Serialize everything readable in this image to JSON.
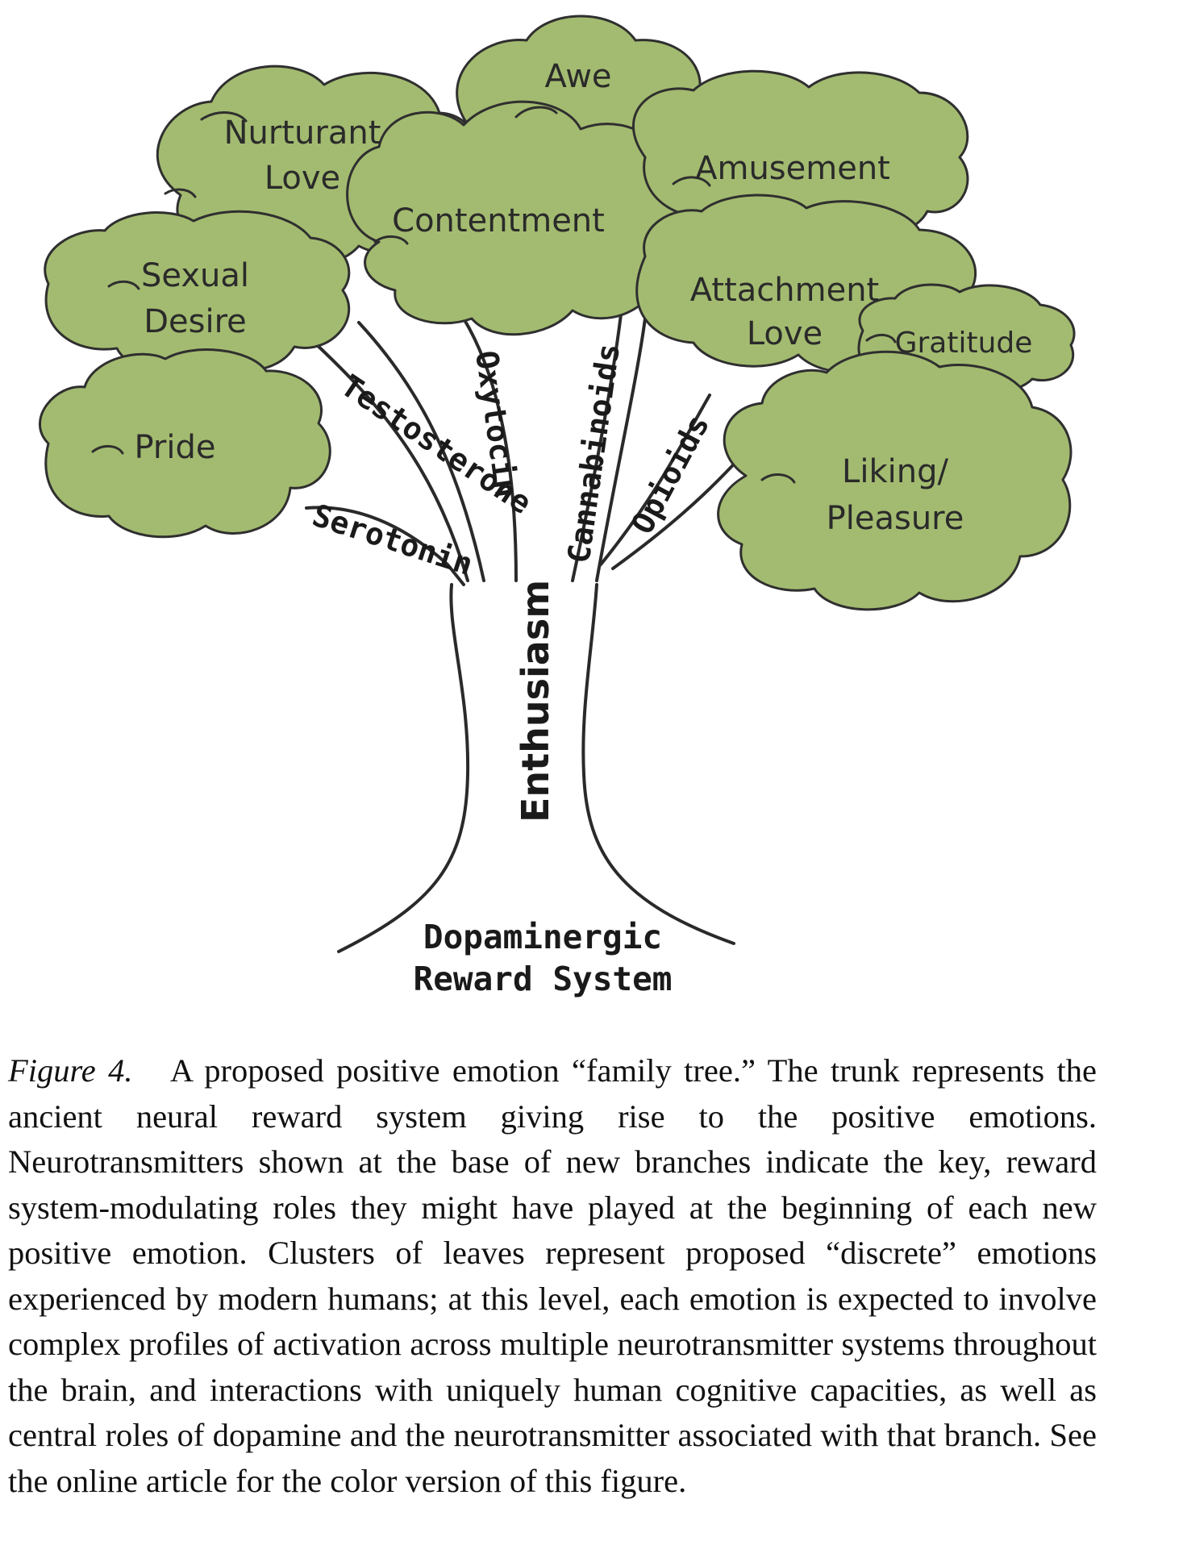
{
  "emotions": {
    "awe": "Awe",
    "nurturant_love": [
      "Nurturant",
      "Love"
    ],
    "contentment": "Contentment",
    "amusement": "Amusement",
    "sexual_desire": [
      "Sexual",
      "Desire"
    ],
    "attachment_love": [
      "Attachment",
      "Love"
    ],
    "gratitude": "Gratitude",
    "pride": "Pride",
    "liking_pleasure": [
      "Liking/",
      "Pleasure"
    ]
  },
  "neurotransmitters": {
    "testosterone": "Testosterone",
    "serotonin": "Serotonin",
    "oxytocin": "Oxytocin",
    "cannabinoids": "Cannabinoids",
    "opioids": "Opioids"
  },
  "trunk_label": "Enthusiasm",
  "base_label": [
    "Dopaminergic",
    "Reward System"
  ],
  "caption": {
    "figure_label": "Figure 4.",
    "text": "A proposed positive emotion “family tree.” The trunk represents the ancient neural reward system giving rise to the positive emotions. Neurotransmitters shown at the base of new branches indicate the key, reward system-modulating roles they might have played at the beginning of each new positive emotion. Clusters of leaves represent proposed “discrete” emotions experienced by modern humans; at this level, each emotion is expected to involve complex profiles of activation across multiple neurotransmitter systems throughout the brain, and interactions with uniquely human cognitive capacities, as well as central roles of dopamine and the neurotransmitter associated with that branch. See the online article for the color version of this figure."
  },
  "colors": {
    "leaves": "#a3bb70",
    "outline": "#2f2f2f",
    "background": "#ffffff"
  }
}
